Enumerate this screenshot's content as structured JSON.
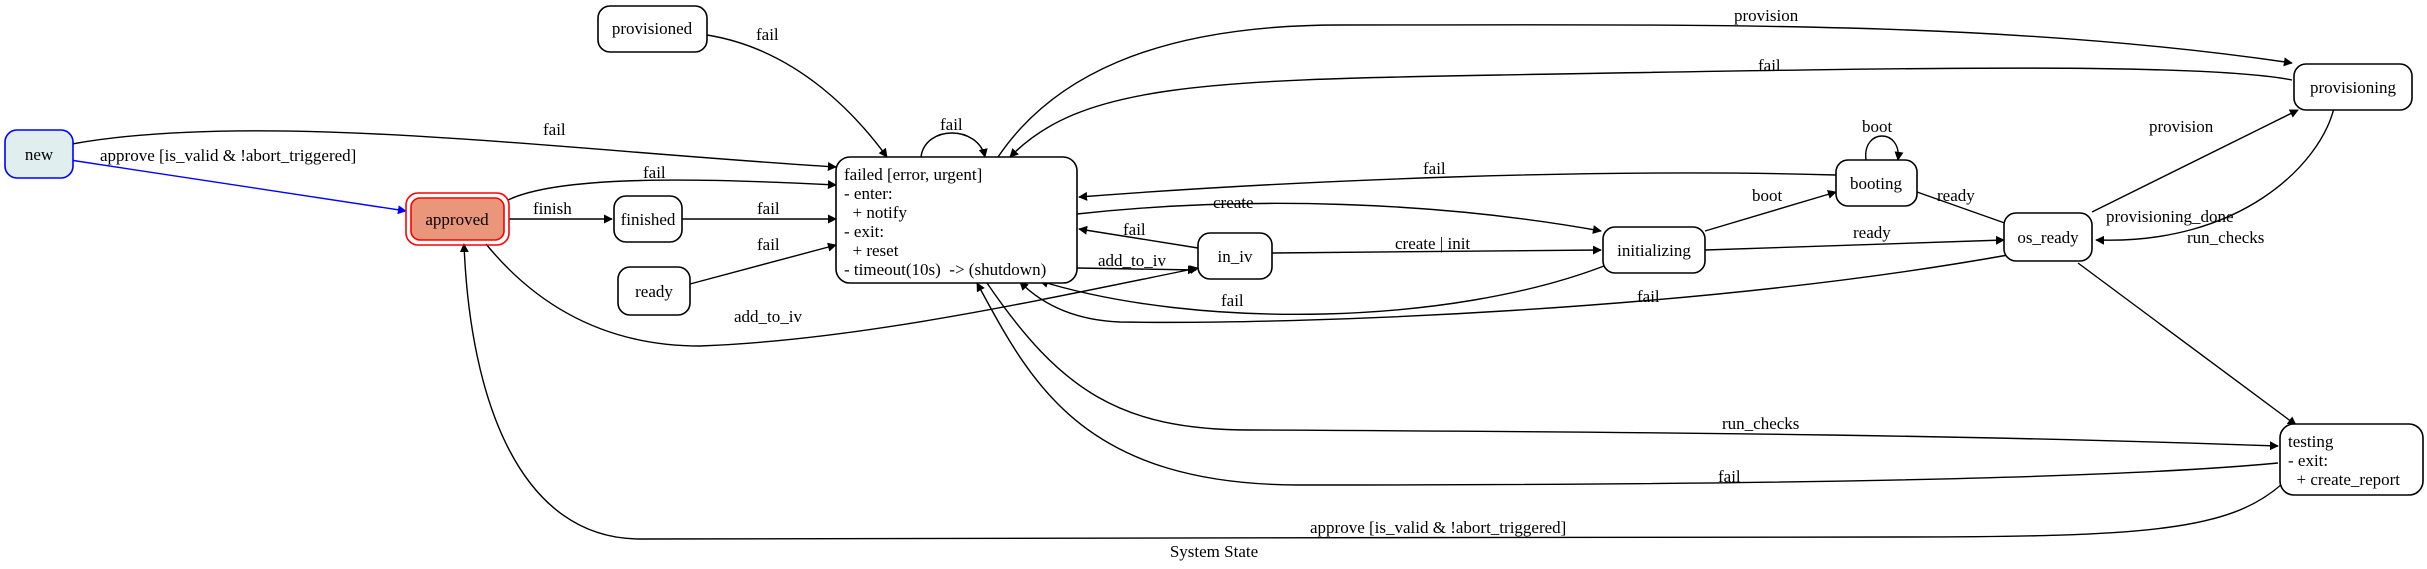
{
  "diagram": {
    "caption": "System State",
    "colors": {
      "line": "#000000",
      "initial_fill": "#e0eef0",
      "initial_stroke": "#0000ff",
      "current_fill": "#e9967a",
      "current_stroke": "#ff0000",
      "approve_edge": "#0000ff"
    },
    "states": {
      "new": {
        "lines": [
          "new"
        ],
        "role": "initial"
      },
      "approved": {
        "lines": [
          "approved"
        ],
        "role": "current"
      },
      "provisioned": {
        "lines": [
          "provisioned"
        ]
      },
      "finished": {
        "lines": [
          "finished"
        ]
      },
      "ready": {
        "lines": [
          "ready"
        ]
      },
      "failed": {
        "lines": [
          "failed [error, urgent]",
          "- enter:",
          "  + notify",
          "- exit:",
          "  + reset",
          "- timeout(10s)  -> (shutdown)"
        ]
      },
      "in_iv": {
        "lines": [
          "in_iv"
        ]
      },
      "initializing": {
        "lines": [
          "initializing"
        ]
      },
      "booting": {
        "lines": [
          "booting"
        ]
      },
      "os_ready": {
        "lines": [
          "os_ready"
        ]
      },
      "provisioning": {
        "lines": [
          "provisioning"
        ]
      },
      "testing": {
        "lines": [
          "testing",
          "- exit:",
          "  + create_report"
        ]
      }
    },
    "transitions": [
      {
        "from": "new",
        "to": "approved",
        "label": "approve [is_valid & !abort_triggered]"
      },
      {
        "from": "new",
        "to": "failed",
        "label": "fail"
      },
      {
        "from": "provisioned",
        "to": "failed",
        "label": "fail"
      },
      {
        "from": "failed",
        "to": "failed",
        "label": "fail"
      },
      {
        "from": "approved",
        "to": "failed",
        "label": "fail"
      },
      {
        "from": "approved",
        "to": "finished",
        "label": "finish"
      },
      {
        "from": "finished",
        "to": "failed",
        "label": "fail"
      },
      {
        "from": "ready",
        "to": "failed",
        "label": "fail"
      },
      {
        "from": "approved",
        "to": "in_iv",
        "label": "add_to_iv"
      },
      {
        "from": "failed",
        "to": "in_iv",
        "label": "add_to_iv"
      },
      {
        "from": "in_iv",
        "to": "failed",
        "label": "fail"
      },
      {
        "from": "failed",
        "to": "initializing",
        "label": "create"
      },
      {
        "from": "in_iv",
        "to": "initializing",
        "label": "create | init"
      },
      {
        "from": "initializing",
        "to": "failed",
        "label": "fail"
      },
      {
        "from": "initializing",
        "to": "booting",
        "label": "boot"
      },
      {
        "from": "initializing",
        "to": "os_ready",
        "label": "ready"
      },
      {
        "from": "booting",
        "to": "booting",
        "label": "boot"
      },
      {
        "from": "booting",
        "to": "os_ready",
        "label": "ready"
      },
      {
        "from": "booting",
        "to": "failed",
        "label": "fail"
      },
      {
        "from": "os_ready",
        "to": "failed",
        "label": "fail"
      },
      {
        "from": "os_ready",
        "to": "provisioning",
        "label": "provision"
      },
      {
        "from": "provisioning",
        "to": "os_ready",
        "label": "provisioning_done"
      },
      {
        "from": "failed",
        "to": "provisioning",
        "label": "provision"
      },
      {
        "from": "provisioning",
        "to": "failed",
        "label": "fail"
      },
      {
        "from": "os_ready",
        "to": "testing",
        "label": "run_checks"
      },
      {
        "from": "failed",
        "to": "testing",
        "label": "run_checks"
      },
      {
        "from": "testing",
        "to": "failed",
        "label": "fail"
      },
      {
        "from": "testing",
        "to": "approved",
        "label": "approve [is_valid & !abort_triggered]"
      }
    ]
  }
}
